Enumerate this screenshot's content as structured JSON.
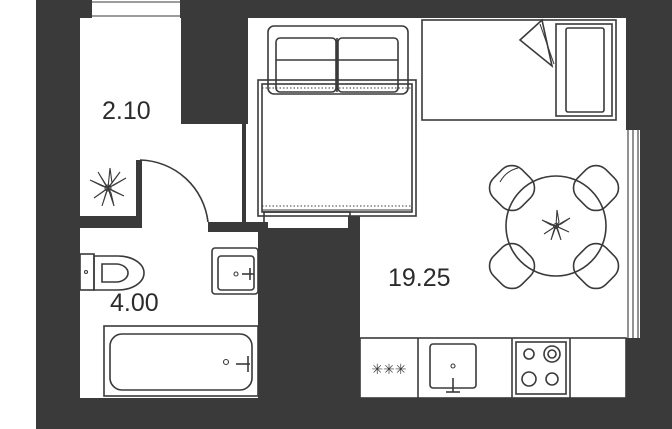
{
  "rooms": [
    {
      "id": "hallway",
      "area": "2.10"
    },
    {
      "id": "bathroom",
      "area": "4.00"
    },
    {
      "id": "living-room",
      "area": "19.25"
    }
  ],
  "hob": {
    "symbol": "✳✳✳"
  },
  "colors": {
    "wall": "#3a3a3a",
    "floor": "#ffffff",
    "line": "#3a3a3a",
    "text": "#2b2b2b"
  },
  "icons": [
    "sofa-icon",
    "bed-icon",
    "dining-table-icon",
    "chair-icon",
    "plant-icon",
    "toilet-icon",
    "sink-icon",
    "bathtub-icon",
    "radiator-icon",
    "stove-icon",
    "window-icon",
    "door-icon"
  ]
}
